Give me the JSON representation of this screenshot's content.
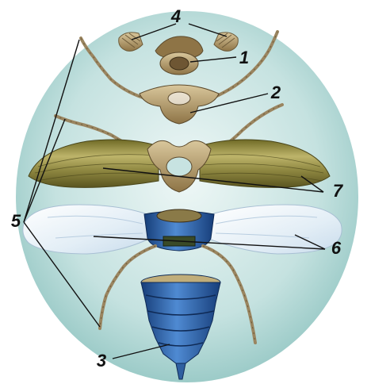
{
  "labels": {
    "head": "1",
    "prothorax": "2",
    "abdomen": "3",
    "antennae": "4",
    "legs": "5",
    "wings": "6",
    "elytra": "7"
  },
  "colors": {
    "background_disc": "#c7e3e1",
    "chitin": "#b79f6c",
    "elytra": "#8c8a3e",
    "wing": "#e6eef4",
    "abdomen": "#2f5fa0"
  }
}
